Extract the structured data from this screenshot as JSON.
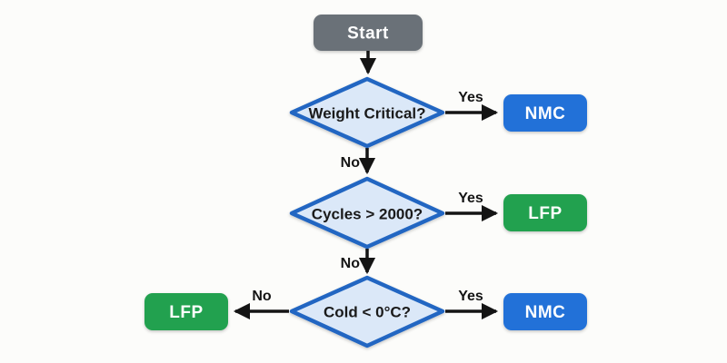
{
  "diagram": {
    "background": "#fcfcfa",
    "colors": {
      "arrow": "#141414",
      "decision_fill": "#dbe8f8",
      "decision_border": "#2166c2",
      "start_fill": "#6a7178",
      "nmc_fill": "#2071d8",
      "lfp_fill": "#20a150",
      "node_text": "#ffffff"
    },
    "nodes": {
      "start": {
        "label": "Start",
        "fill": "#6a7178"
      },
      "decision1": {
        "label": "Weight Critical?",
        "fill": "#dbe8f8",
        "border": "#2166c2"
      },
      "decision2": {
        "label": "Cycles > 2000?",
        "fill": "#dbe8f8",
        "border": "#2166c2"
      },
      "decision3": {
        "label": "Cold < 0°C?",
        "fill": "#dbe8f8",
        "border": "#2166c2"
      },
      "nmc_top": {
        "label": "NMC",
        "fill": "#2071d8"
      },
      "lfp_right": {
        "label": "LFP",
        "fill": "#20a150"
      },
      "nmc_bottom": {
        "label": "NMC",
        "fill": "#2071d8"
      },
      "lfp_left": {
        "label": "LFP",
        "fill": "#20a150"
      }
    },
    "edge_labels": {
      "d1_yes": "Yes",
      "d1_no": "No",
      "d2_yes": "Yes",
      "d2_no": "No",
      "d3_yes": "Yes",
      "d3_no": "No"
    }
  }
}
